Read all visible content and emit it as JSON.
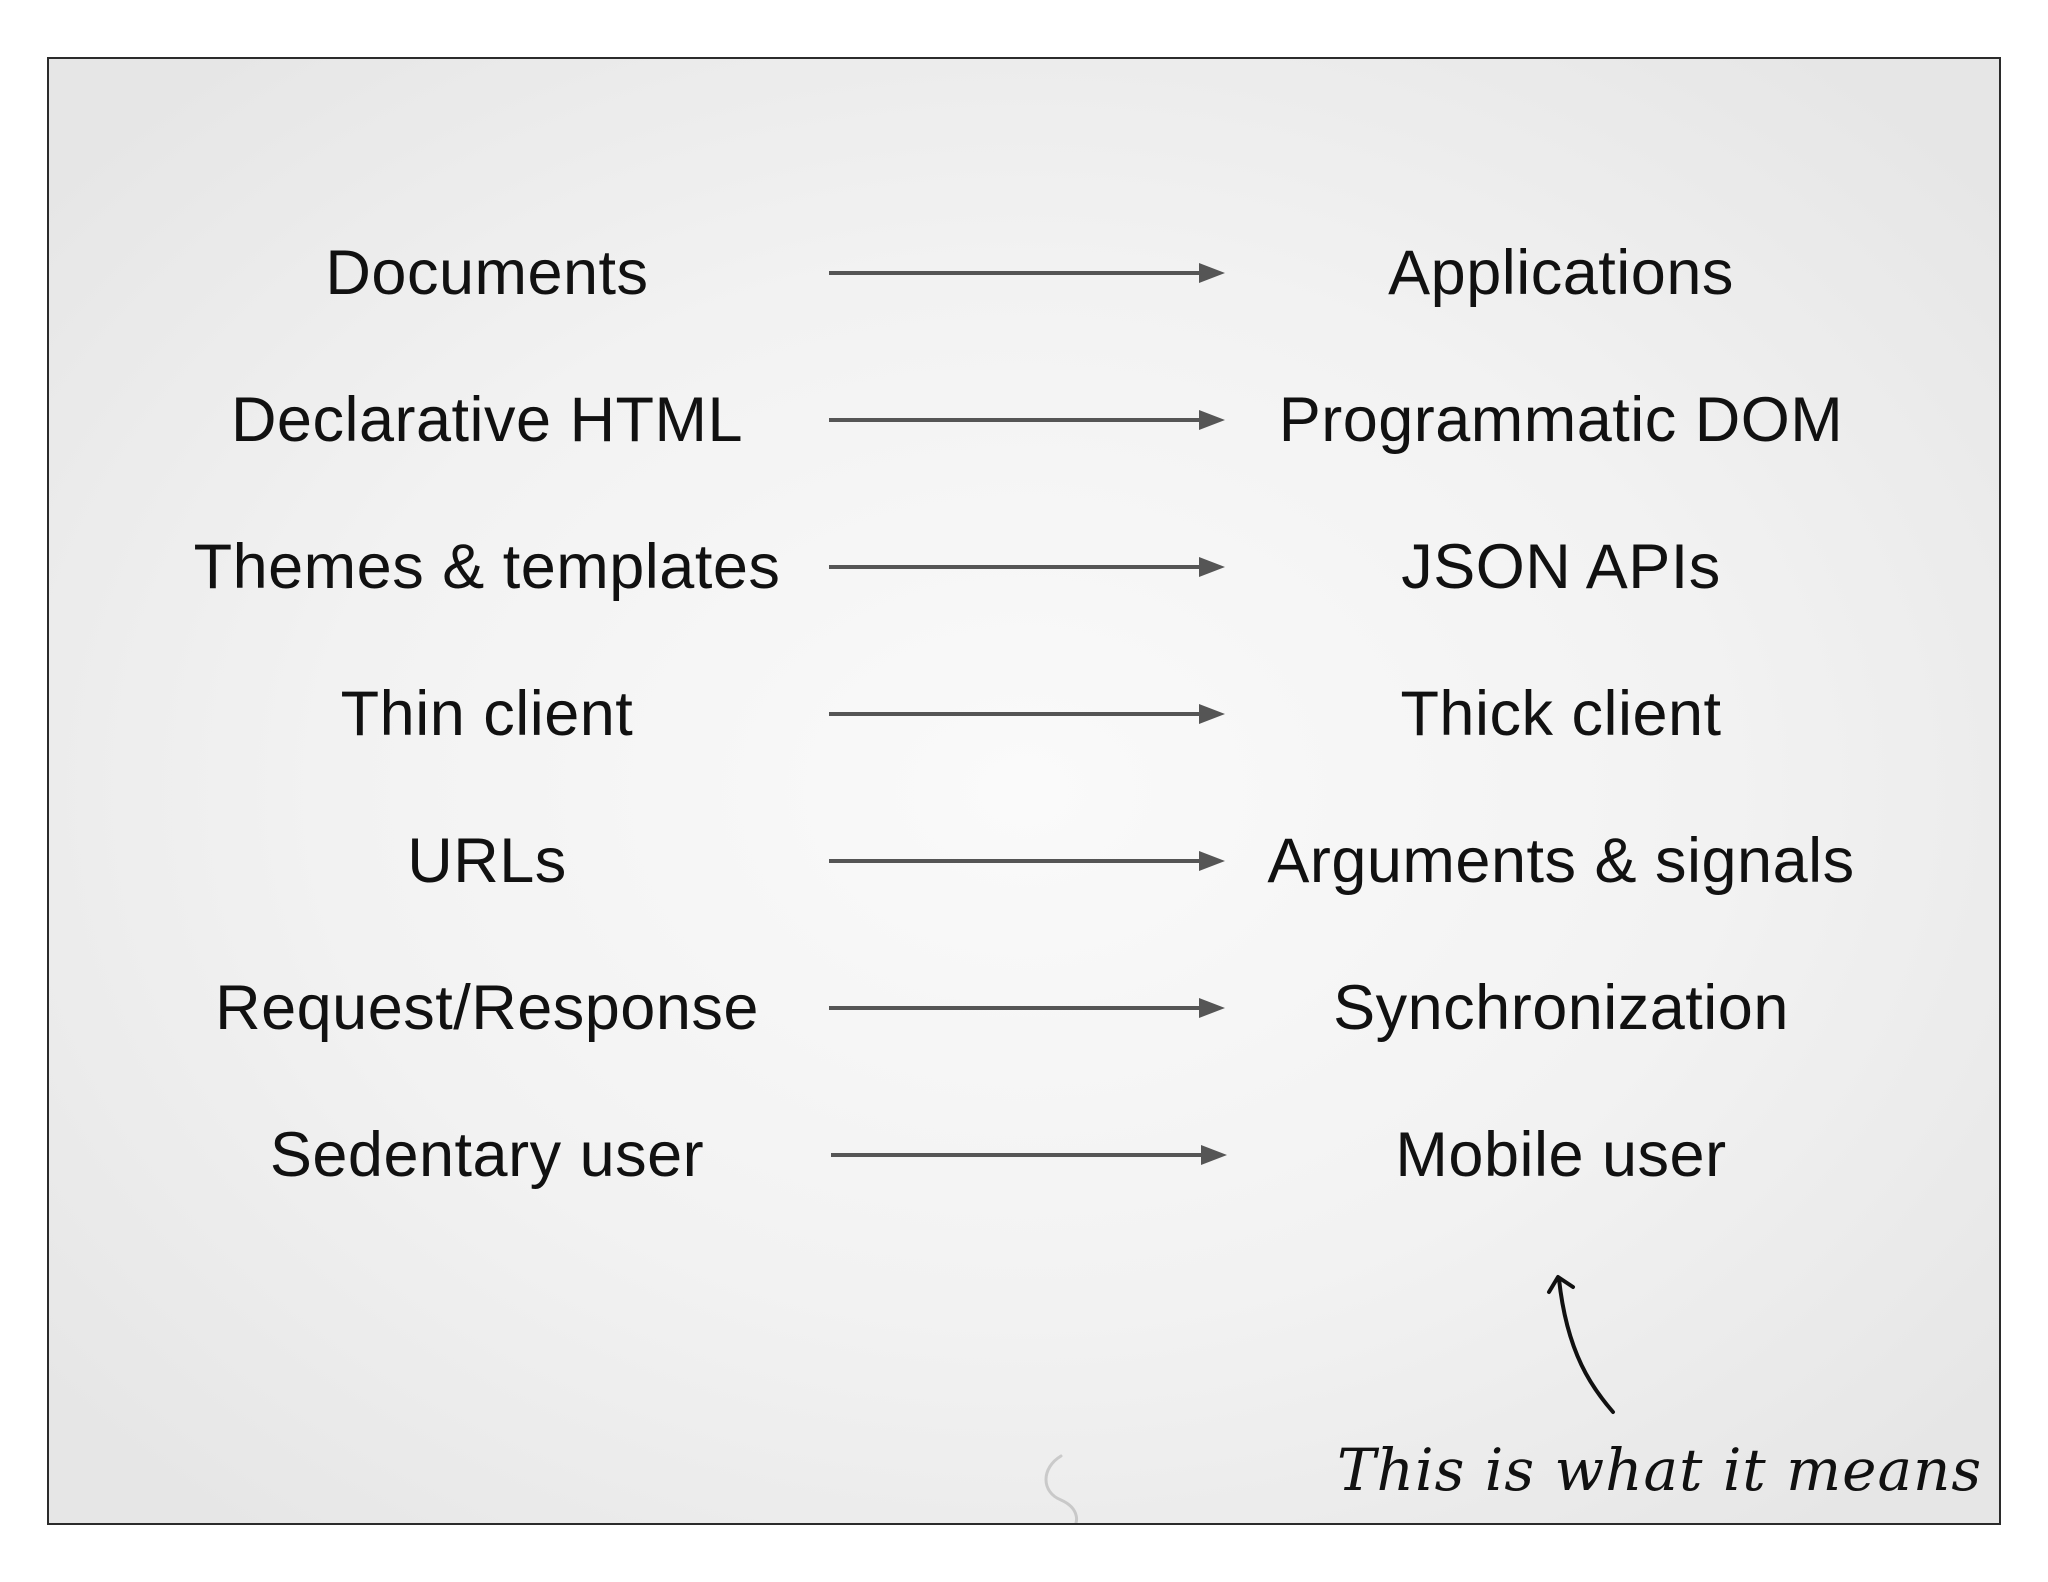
{
  "rows": [
    {
      "from": "Documents",
      "to": "Applications"
    },
    {
      "from": "Declarative HTML",
      "to": "Programmatic DOM"
    },
    {
      "from": "Themes & templates",
      "to": "JSON APIs"
    },
    {
      "from": "Thin client",
      "to": "Thick client"
    },
    {
      "from": "URLs",
      "to": "Arguments & signals"
    },
    {
      "from": "Request/Response",
      "to": "Synchronization"
    },
    {
      "from": "Sedentary user",
      "to": "Mobile user"
    }
  ],
  "annotation": {
    "text": "This is what it means",
    "points_to": "Mobile user"
  },
  "colors": {
    "text": "#111111",
    "arrow": "#555555",
    "border": "#2b2b2b"
  },
  "icons": {
    "watermark": "swirl-logo-icon"
  }
}
